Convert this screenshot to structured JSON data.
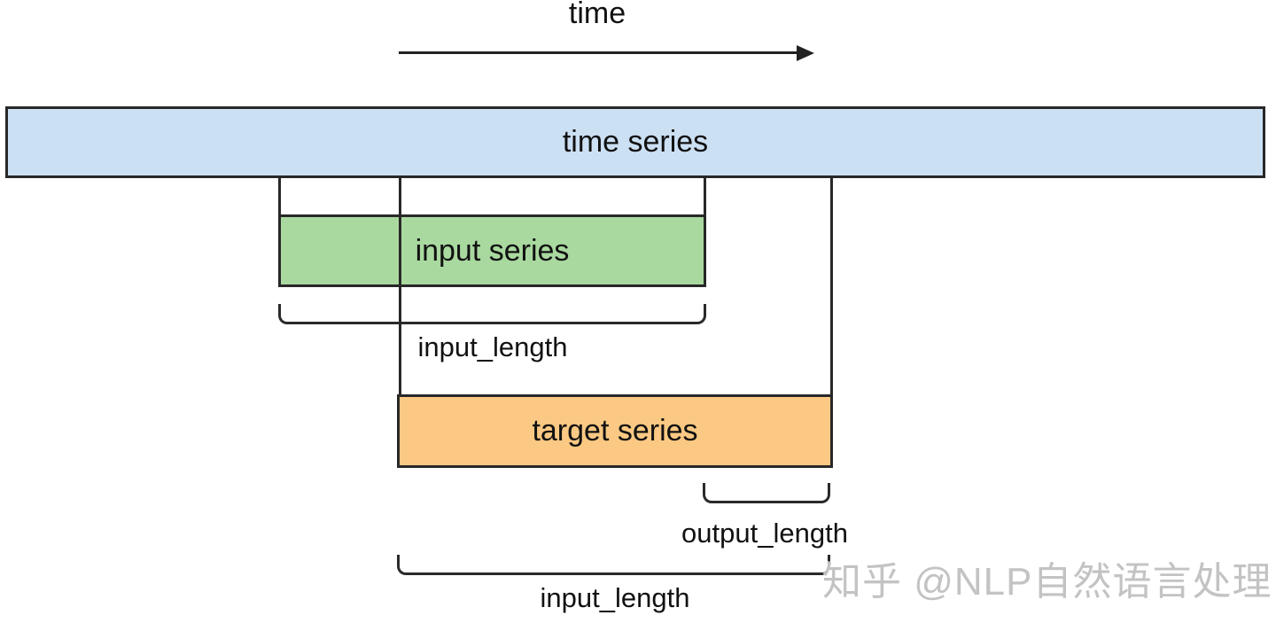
{
  "diagram": {
    "title_axis": {
      "label": "time"
    },
    "bars": {
      "time_series": {
        "label": "time series",
        "fill": "#cce0f4"
      },
      "input_series": {
        "label": "input series",
        "fill": "#a9d99f"
      },
      "target_series": {
        "label": "target series",
        "fill": "#fbc983"
      }
    },
    "brackets": {
      "input_length_top": {
        "label": "input_length"
      },
      "output_length": {
        "label": "output_length"
      },
      "input_length_bottom": {
        "label": "input_length"
      }
    },
    "colors": {
      "outline": "#282828",
      "time_series_fill": "#cce0f4",
      "input_series_fill": "#a9d99f",
      "target_series_fill": "#fbc983",
      "watermark_gray": "#c3c3c3"
    },
    "watermark": {
      "text": "知乎 @NLP自然语言处理"
    }
  }
}
